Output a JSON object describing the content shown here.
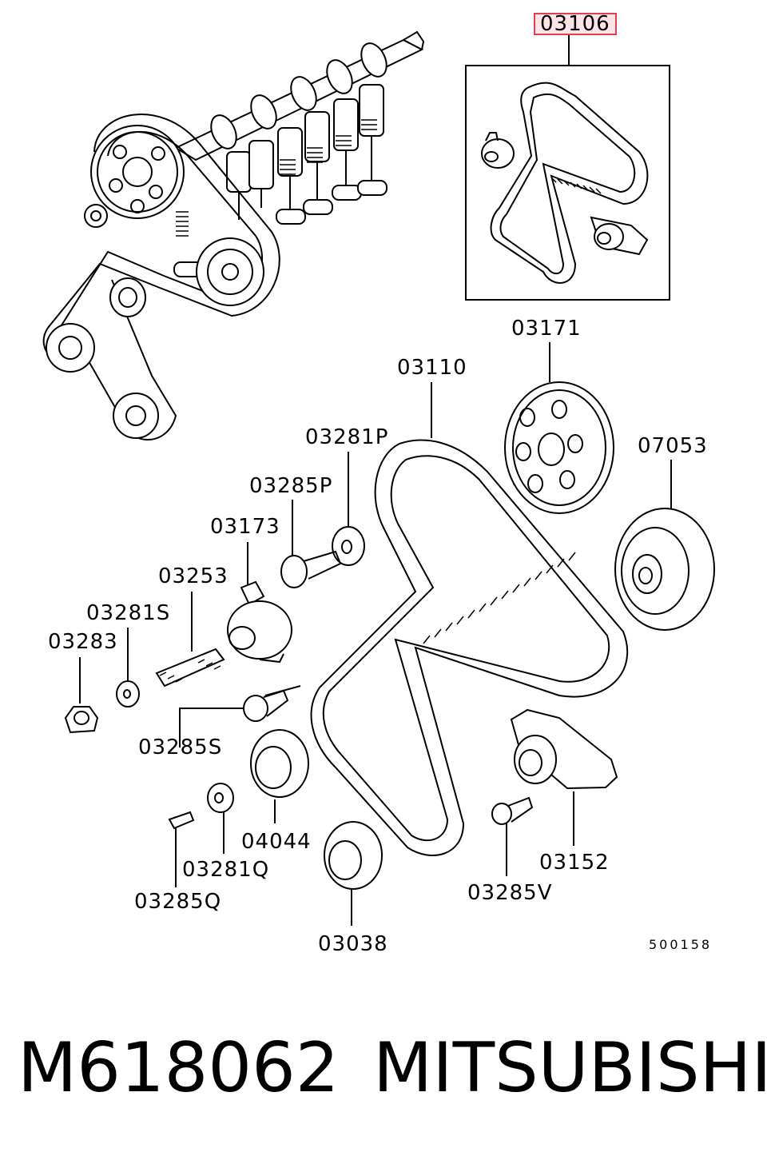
{
  "highlight": {
    "accent": "#e04050",
    "fill": "#fbe3e6"
  },
  "callouts": {
    "c03106": "03106",
    "c03171": "03171",
    "c03110": "03110",
    "c07053": "07053",
    "c03281P": "03281P",
    "c03285P": "03285P",
    "c03173": "03173",
    "c03253": "03253",
    "c03281S": "03281S",
    "c03283": "03283",
    "c03285S": "03285S",
    "c04044": "04044",
    "c03281Q": "03281Q",
    "c03285Q": "03285Q",
    "c03038": "03038",
    "c03152": "03152",
    "c03285V": "03285V"
  },
  "diagram_ref": "500158",
  "footer": {
    "part_number": "M618062",
    "brand": "MITSUBISHI"
  }
}
